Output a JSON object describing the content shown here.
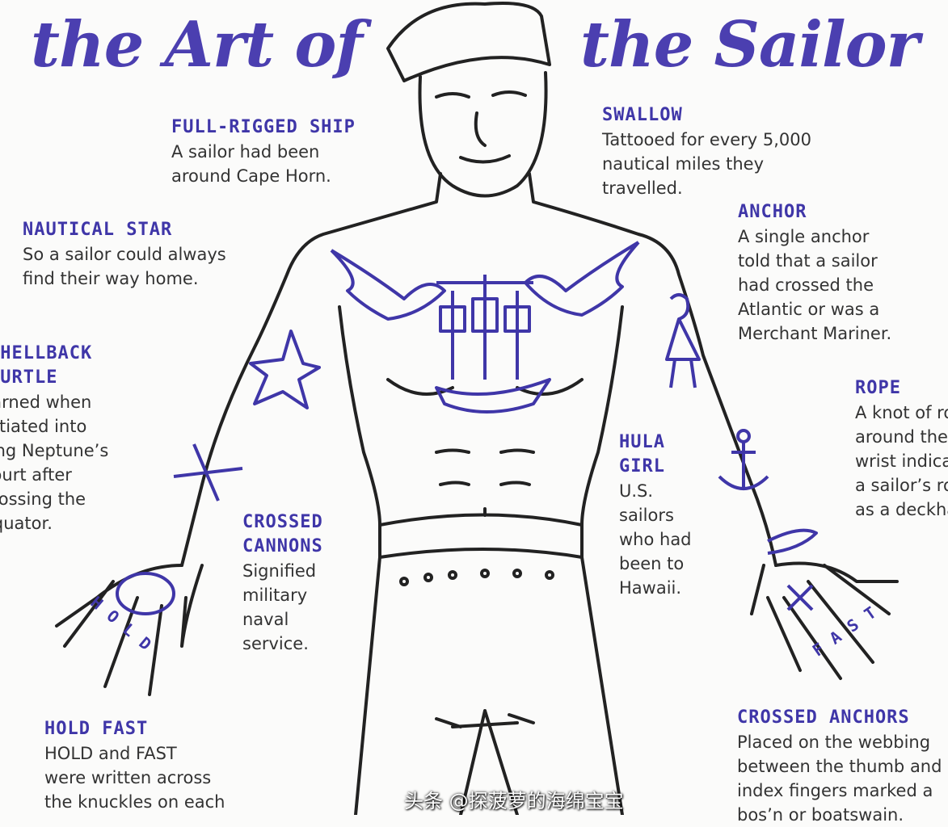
{
  "title": {
    "left": "the Art of",
    "right": "the Sailor"
  },
  "colors": {
    "accent": "#3f36a8",
    "ink": "#222222",
    "text": "#333333"
  },
  "entries": [
    {
      "id": "full-rigged-ship",
      "heading": [
        "FULL-RIGGED SHIP"
      ],
      "body": [
        "A sailor had been",
        "around Cape Horn."
      ]
    },
    {
      "id": "swallow",
      "heading": [
        "SWALLOW"
      ],
      "body": [
        "Tattooed for every 5,000",
        "nautical miles they",
        "travelled."
      ]
    },
    {
      "id": "nautical-star",
      "heading": [
        "NAUTICAL STAR"
      ],
      "body": [
        "So a sailor could always",
        "find their way home."
      ]
    },
    {
      "id": "anchor",
      "heading": [
        "ANCHOR"
      ],
      "body": [
        "A single anchor",
        "told that a sailor",
        "had crossed the",
        "Atlantic or was a",
        "Merchant Mariner."
      ]
    },
    {
      "id": "shellback-turtle",
      "heading": [
        "SHELLBACK",
        "TURTLE"
      ],
      "body": [
        "Earned when",
        "initiated into",
        "King Neptune’s",
        "court after",
        "crossing the",
        "equator."
      ]
    },
    {
      "id": "rope",
      "heading": [
        "ROPE"
      ],
      "body": [
        "A knot of rope",
        "around the",
        "wrist indicated",
        "a sailor’s role",
        "as a deckhand."
      ]
    },
    {
      "id": "hula-girl",
      "heading": [
        "HULA",
        "GIRL"
      ],
      "body": [
        "U.S.",
        "sailors",
        "who had",
        "been to",
        "Hawaii."
      ]
    },
    {
      "id": "crossed-cannons",
      "heading": [
        "CROSSED",
        "CANNONS"
      ],
      "body": [
        "Signified",
        "military",
        "naval",
        "service."
      ]
    },
    {
      "id": "hold-fast",
      "heading": [
        "HOLD FAST"
      ],
      "body": [
        "HOLD and FAST",
        "were written across",
        "the knuckles on each"
      ]
    },
    {
      "id": "crossed-anchors",
      "heading": [
        "CROSSED ANCHORS"
      ],
      "body": [
        "Placed on the webbing",
        "between the thumb and",
        "index fingers marked a",
        "bos’n or boatswain."
      ]
    }
  ],
  "knuckles": {
    "left": "HOLD",
    "right": "FAST"
  },
  "watermark": "头条 @探菠萝的海绵宝宝"
}
